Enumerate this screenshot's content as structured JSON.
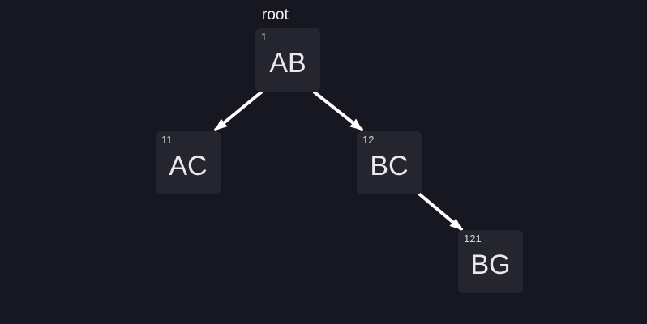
{
  "theme": {
    "background": "#171722",
    "node_background": "#25252f",
    "node_text": "#e9e9ed",
    "node_id_text": "#cfcfd7",
    "root_text": "#f5f5f7",
    "arrow": "#ffffff"
  },
  "tree": {
    "root_pointer_label": "root",
    "nodes": [
      {
        "id": "1",
        "label": "AB"
      },
      {
        "id": "11",
        "label": "AC"
      },
      {
        "id": "12",
        "label": "BC"
      },
      {
        "id": "121",
        "label": "BG"
      }
    ],
    "edges": [
      {
        "from": "AB",
        "to": "AC"
      },
      {
        "from": "AB",
        "to": "BC"
      },
      {
        "from": "BC",
        "to": "BG"
      }
    ]
  }
}
